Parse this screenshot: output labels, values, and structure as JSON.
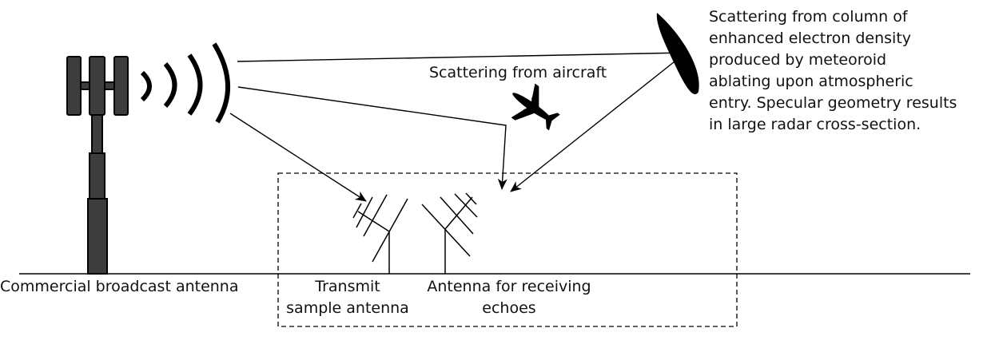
{
  "labels": {
    "broadcast_antenna": "Commercial broadcast antenna",
    "transmit_sample_line1": "Transmit",
    "transmit_sample_line2": "sample antenna",
    "receiving_line1": "Antenna for receiving",
    "receiving_line2": "echoes",
    "aircraft": "Scattering from aircraft",
    "meteor_lines": [
      "Scattering from column of",
      "enhanced  electron density",
      "produced by meteoroid",
      "ablating upon atmospheric",
      "entry. Specular geometry results",
      "in large radar cross-section."
    ]
  },
  "icons": {
    "tower": "broadcast-tower-icon",
    "waves": "radio-waves-icon",
    "aircraft": "airplane-icon",
    "meteor": "meteor-trail-icon",
    "yagi_tx": "yagi-antenna-icon",
    "yagi_rx": "yagi-antenna-icon"
  },
  "colors": {
    "tower_fill": "#3d3d3d",
    "ink": "#000000"
  }
}
